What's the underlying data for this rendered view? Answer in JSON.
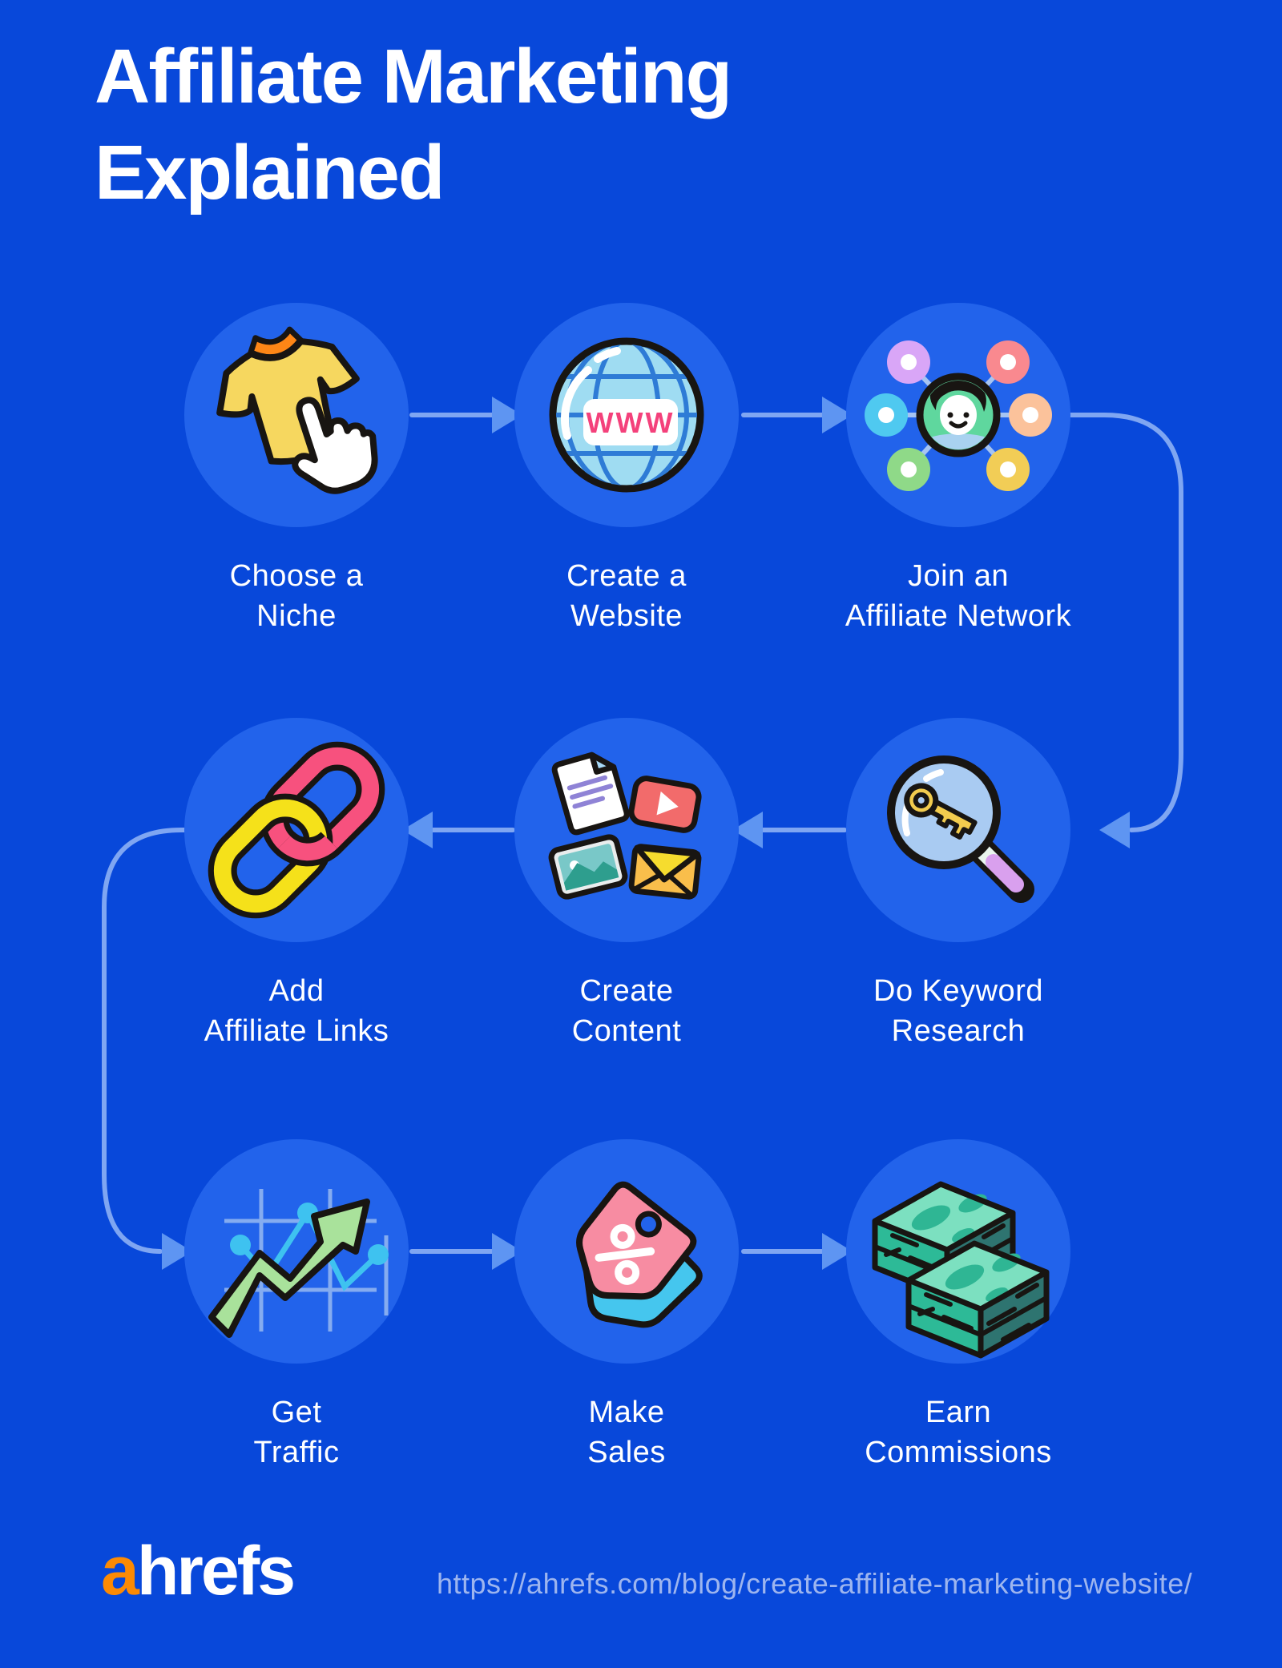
{
  "title": "Affiliate Marketing\nExplained",
  "steps": [
    {
      "id": "choose-niche",
      "label": "Choose a\nNiche",
      "icon": "tshirt-cursor-icon"
    },
    {
      "id": "create-website",
      "label": "Create a\nWebsite",
      "icon": "globe-www-icon",
      "icon_text": "WWW"
    },
    {
      "id": "join-affiliate-network",
      "label": "Join an\nAffiliate Network",
      "icon": "affiliate-network-icon"
    },
    {
      "id": "add-affiliate-links",
      "label": "Add\nAffiliate Links",
      "icon": "chain-links-icon"
    },
    {
      "id": "create-content",
      "label": "Create\nContent",
      "icon": "content-media-icon"
    },
    {
      "id": "do-keyword-research",
      "label": "Do Keyword\nResearch",
      "icon": "magnifier-key-icon"
    },
    {
      "id": "get-traffic",
      "label": "Get\nTraffic",
      "icon": "growth-arrow-chart-icon"
    },
    {
      "id": "make-sales",
      "label": "Make\nSales",
      "icon": "discount-tags-icon"
    },
    {
      "id": "earn-commissions",
      "label": "Earn\nCommissions",
      "icon": "money-stacks-icon"
    }
  ],
  "flow_order": [
    "choose-niche",
    "create-website",
    "join-affiliate-network",
    "do-keyword-research",
    "create-content",
    "add-affiliate-links",
    "get-traffic",
    "make-sales",
    "earn-commissions"
  ],
  "footer": {
    "logo_accent": "a",
    "logo_rest": "hrefs",
    "url": "https://ahrefs.com/blog/create-affiliate-marketing-website/"
  },
  "colors": {
    "background": "#0848DA",
    "step_circle": "#2263EB",
    "connector_line": "#7FA6F2",
    "arrow_head": "#5E95F2",
    "title_text": "#FFFFFF",
    "label_text": "#FFFFFF",
    "url_text": "#9DB5EF",
    "logo_text": "#FFFFFF",
    "logo_accent": "#FC8A04"
  }
}
